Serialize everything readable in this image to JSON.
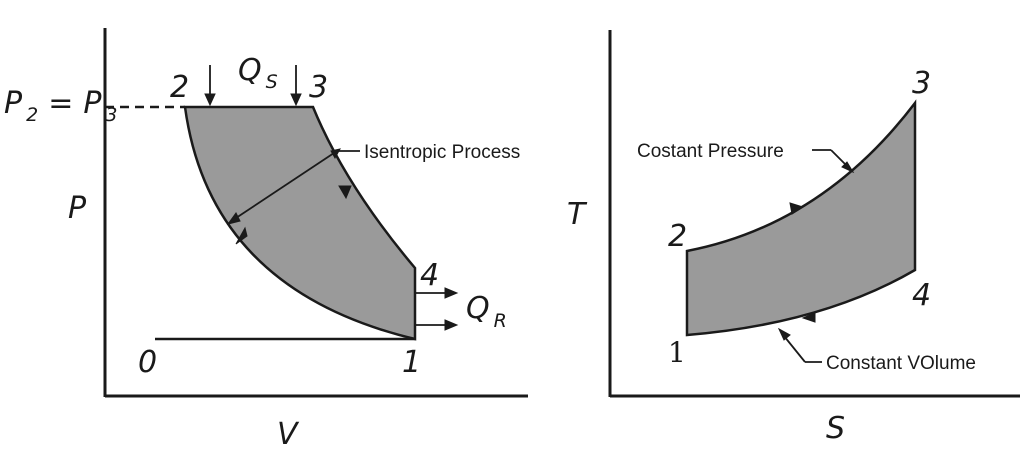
{
  "pv_diagram": {
    "y_axis_label": "P",
    "x_axis_label": "V",
    "pressure_equality": {
      "left_symbol": "P",
      "left_subscript": "2",
      "equals": "=",
      "right_symbol": "P",
      "right_subscript": "3"
    },
    "heat_supplied": {
      "symbol": "Q",
      "subscript": "S"
    },
    "heat_rejected": {
      "symbol": "Q",
      "subscript": "R"
    },
    "point_labels": {
      "p0": "0",
      "p1": "1",
      "p2": "2",
      "p3": "3",
      "p4": "4"
    },
    "annotation": "Isentropic Process"
  },
  "ts_diagram": {
    "y_axis_label": "T",
    "x_axis_label": "S",
    "point_labels": {
      "p1": "1",
      "p2": "2",
      "p3": "3",
      "p4": "4"
    },
    "annotation_pressure": "Costant Pressure",
    "annotation_volume": "Constant VOlume"
  },
  "colors": {
    "region_fill": "#9a9a9a",
    "ink": "#1a1a1a",
    "background": "#ffffff"
  }
}
